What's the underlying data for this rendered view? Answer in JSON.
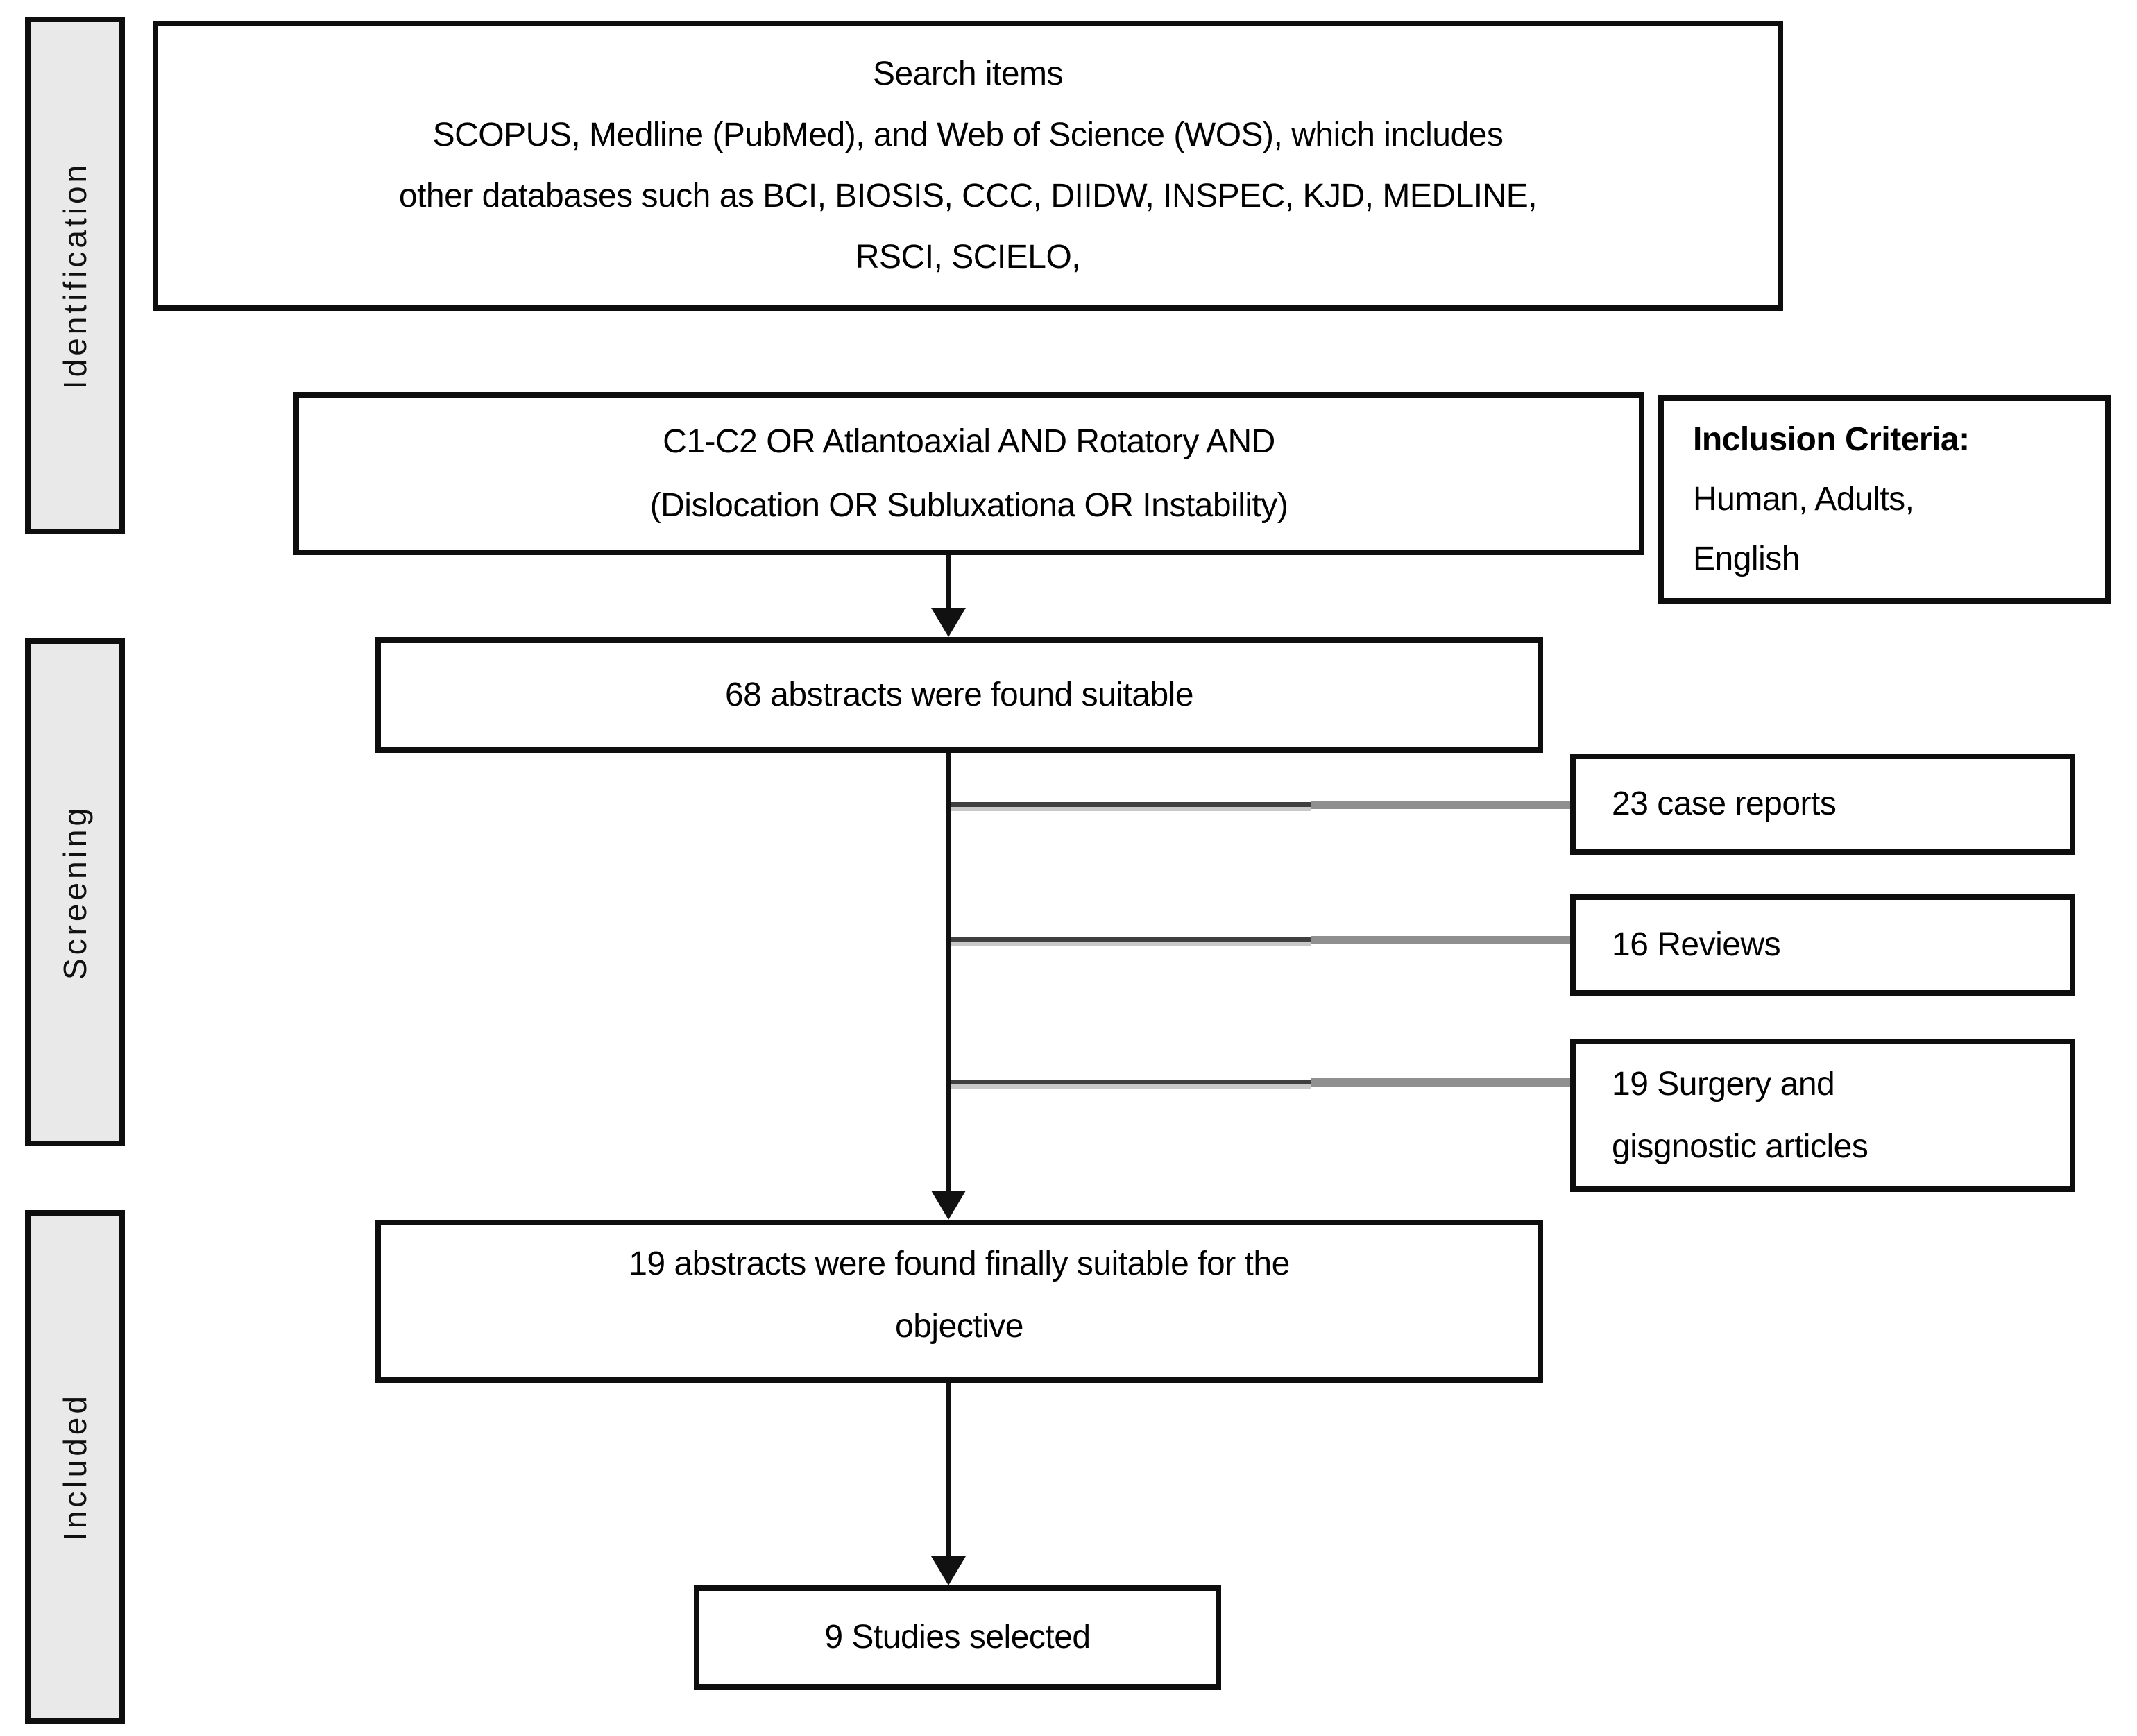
{
  "colors": {
    "box_border": "#0e0e0e",
    "stage_fill": "#e9e9e9",
    "connector_black": "#111111",
    "branch_dark": "#3f3f3f",
    "branch_light": "#c8c8c8",
    "branch_gray": "#8f8f8f"
  },
  "stages": [
    {
      "label": "Identification"
    },
    {
      "label": "Screening"
    },
    {
      "label": "Included"
    }
  ],
  "flow": {
    "search_box": {
      "lines": [
        "Search items",
        "SCOPUS, Medline (PubMed), and Web of Science (WOS), which includes",
        "other databases such as BCI, BIOSIS, CCC, DIIDW, INSPEC, KJD, MEDLINE,",
        "RSCI, SCIELO,"
      ]
    },
    "query_box": {
      "lines": [
        "C1-C2 OR Atlantoaxial AND Rotatory AND",
        "(Dislocation OR Subluxationa OR Instability)"
      ]
    },
    "inclusion_box": {
      "title": "Inclusion  Criteria:",
      "lines": [
        "Human, Adults,",
        "English"
      ]
    },
    "screened_box": {
      "text": "68 abstracts were found suitable"
    },
    "excluded": [
      {
        "text": "23 case reports"
      },
      {
        "text": "16 Reviews"
      },
      {
        "lines": [
          "19 Surgery and",
          "gisgnostic articles"
        ]
      }
    ],
    "final_box": {
      "lines": [
        "19 abstracts were found finally suitable for the",
        "objective"
      ]
    },
    "selected_box": {
      "text": "9 Studies selected"
    }
  }
}
